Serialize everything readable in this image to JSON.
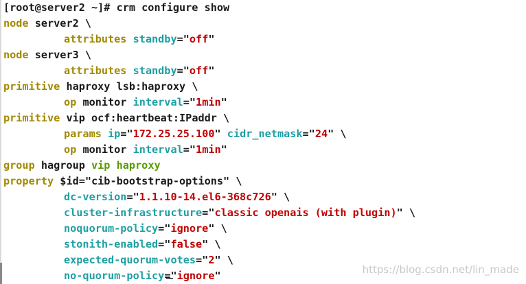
{
  "colors": {
    "keyword": "#a08a00",
    "attribute": "#1f9fa3",
    "string": "#c00000",
    "group": "#5a9a00",
    "text": "#1a1a1a"
  },
  "terminal": {
    "prompt_line": "[root@server2 ~]# crm configure show",
    "l2": {
      "kw": "node",
      "rest": " server2 \\"
    },
    "l3": {
      "kw": "attributes",
      "sp": " ",
      "key": "standby",
      "eq": "=\"",
      "val": "off",
      "end": "\""
    },
    "l4": {
      "kw": "node",
      "rest": " server3 \\"
    },
    "l5": {
      "kw": "attributes",
      "sp": " ",
      "key": "standby",
      "eq": "=\"",
      "val": "off",
      "end": "\""
    },
    "l6": {
      "kw": "primitive",
      "rest": " haproxy lsb:haproxy \\"
    },
    "l7": {
      "kw": "op",
      "mid": " monitor ",
      "key": "interval",
      "eq": "=\"",
      "val": "1min",
      "end": "\""
    },
    "l8": {
      "kw": "primitive",
      "rest": " vip ocf:heartbeat:IPaddr \\"
    },
    "l9": {
      "kw": "params",
      "sp": " ",
      "key1": "ip",
      "eq1": "=\"",
      "val1": "172.25.25.100",
      "mid": "\" ",
      "key2": "cidr_netmask",
      "eq2": "=\"",
      "val2": "24",
      "end": "\" \\"
    },
    "l10": {
      "kw": "op",
      "mid": " monitor ",
      "key": "interval",
      "eq": "=\"",
      "val": "1min",
      "end": "\""
    },
    "l11": {
      "kw": "group",
      "mid": " hagroup ",
      "g1": "vip",
      "sp": " ",
      "g2": "haproxy"
    },
    "l12": {
      "kw": "property",
      "rest": " $id=\"cib-bootstrap-options\" \\"
    },
    "l13": {
      "key": "dc-version",
      "eq": "=\"",
      "val": "1.1.10-14.el6-368c726",
      "end": "\" \\"
    },
    "l14": {
      "key": "cluster-infrastructure",
      "eq": "=\"",
      "val": "classic openais (with plugin)",
      "end": "\" \\"
    },
    "l15": {
      "key": "noquorum-policy",
      "eq": "=\"",
      "val": "ignore",
      "end": "\" \\"
    },
    "l16": {
      "key": "stonith-enabled",
      "eq": "=\"",
      "val": "false",
      "end": "\" \\"
    },
    "l17": {
      "key": "expected-quorum-votes",
      "eq": "=\"",
      "val": "2",
      "end": "\" \\"
    },
    "l18": {
      "key": "no-quorum-policy",
      "eq": "=\"",
      "val": "ignore",
      "end": "\""
    }
  },
  "watermark": "https://blog.csdn.net/lin_made"
}
